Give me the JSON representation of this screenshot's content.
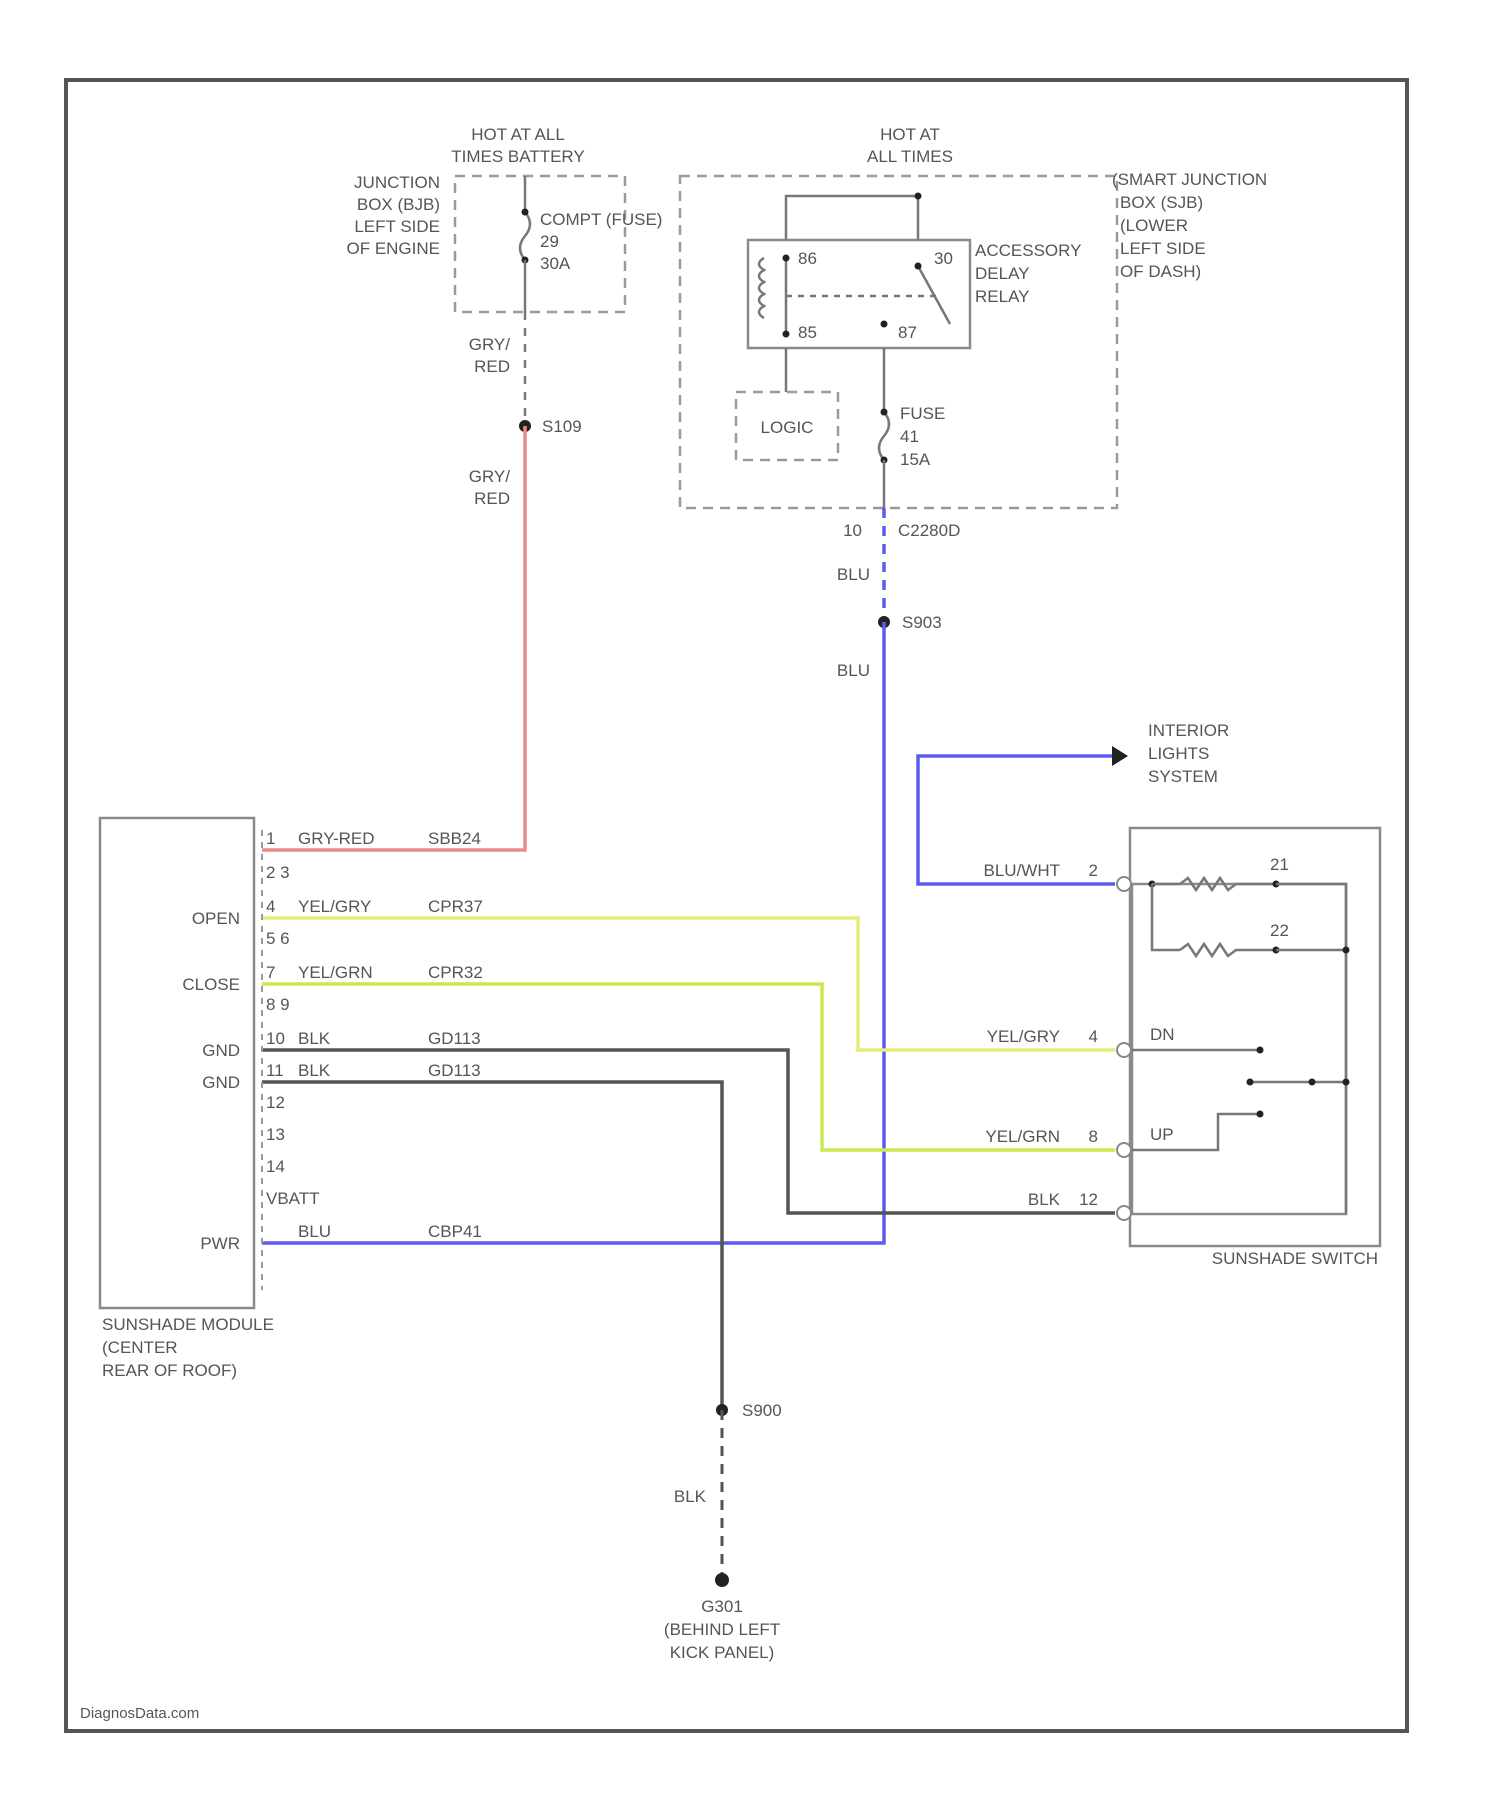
{
  "colors": {
    "wire_red": "#e98b8b",
    "wire_blue": "#5b5bf0",
    "wire_yellow": "#e6ec7a",
    "wire_green": "#c9ea4e",
    "wire_dark": "#555555",
    "frame": "#555555",
    "text": "#555555"
  },
  "power": {
    "battery_hot": [
      "HOT AT ALL",
      "TIMES BATTERY"
    ],
    "relay_hot": [
      "HOT AT",
      "ALL TIMES"
    ]
  },
  "junction_box": {
    "label": [
      "JUNCTION",
      "BOX (BJB)",
      "LEFT SIDE",
      "OF ENGINE"
    ],
    "fuse": [
      "COMPT (FUSE)",
      "29",
      "30A"
    ]
  },
  "smart_junction_box": {
    "label": [
      "(SMART JUNCTION",
      "BOX (SJB)",
      "(LOWER",
      "LEFT SIDE",
      "OF DASH)"
    ],
    "relay_label": [
      "ACCESSORY",
      "DELAY",
      "RELAY"
    ],
    "relay_pins": {
      "p86": "86",
      "p30": "30",
      "p85": "85",
      "p87": "87"
    },
    "logic_label": "LOGIC",
    "fuse": [
      "FUSE",
      "41",
      "15A"
    ],
    "connector": {
      "pin": "10",
      "name": "C2280D"
    }
  },
  "wires": {
    "gry_red": [
      "GRY/",
      "RED"
    ],
    "blu": "BLU",
    "blk": "BLK"
  },
  "splices": {
    "s1": "S109",
    "s2": "S903",
    "s3": "S900"
  },
  "module": {
    "pins": [
      {
        "pin": "1",
        "signal": "",
        "color": "GRY-RED",
        "circuit": "SBB24"
      },
      {
        "pin": "2 3",
        "signal": "",
        "color": "",
        "circuit": ""
      },
      {
        "pin": "4",
        "signal": "OPEN",
        "color": "YEL/GRY",
        "circuit": "CPR37"
      },
      {
        "pin": "5 6",
        "signal": "",
        "color": "",
        "circuit": ""
      },
      {
        "pin": "7",
        "signal": "CLOSE",
        "color": "YEL/GRN",
        "circuit": "CPR32"
      },
      {
        "pin": "8 9",
        "signal": "",
        "color": "",
        "circuit": ""
      },
      {
        "pin": "10",
        "signal": "GND",
        "color": "BLK",
        "circuit": "GD113"
      },
      {
        "pin": "11",
        "signal": "GND",
        "color": "BLK",
        "circuit": "GD113"
      },
      {
        "pin": "12",
        "signal": "",
        "color": "",
        "circuit": ""
      },
      {
        "pin": "13",
        "signal": "",
        "color": "",
        "circuit": ""
      },
      {
        "pin": "14",
        "signal": "",
        "color": "",
        "circuit": ""
      },
      {
        "pin": "VBATT",
        "signal": "",
        "color": "",
        "circuit": ""
      },
      {
        "pin": "",
        "signal": "PWR",
        "color": "BLU",
        "circuit": "CBP41"
      }
    ],
    "label": [
      "SUNSHADE MODULE",
      "(CENTER",
      "REAR OF ROOF)"
    ]
  },
  "switch": {
    "label": "SUNSHADE SWITCH",
    "pins": [
      {
        "color": "BLU/WHT",
        "pin": "2"
      },
      {
        "color": "YEL/GRY",
        "pin": "4",
        "function": "DN"
      },
      {
        "color": "YEL/GRN",
        "pin": "8",
        "function": "UP"
      },
      {
        "color": "BLK",
        "pin": "12"
      }
    ],
    "resistor_pins": [
      "21",
      "22"
    ]
  },
  "interior_lights": [
    "INTERIOR",
    "LIGHTS",
    "SYSTEM"
  ],
  "ground": {
    "name": "G301",
    "location": [
      "(BEHIND LEFT",
      "KICK PANEL)"
    ]
  },
  "watermark": "DiagnosData.com"
}
